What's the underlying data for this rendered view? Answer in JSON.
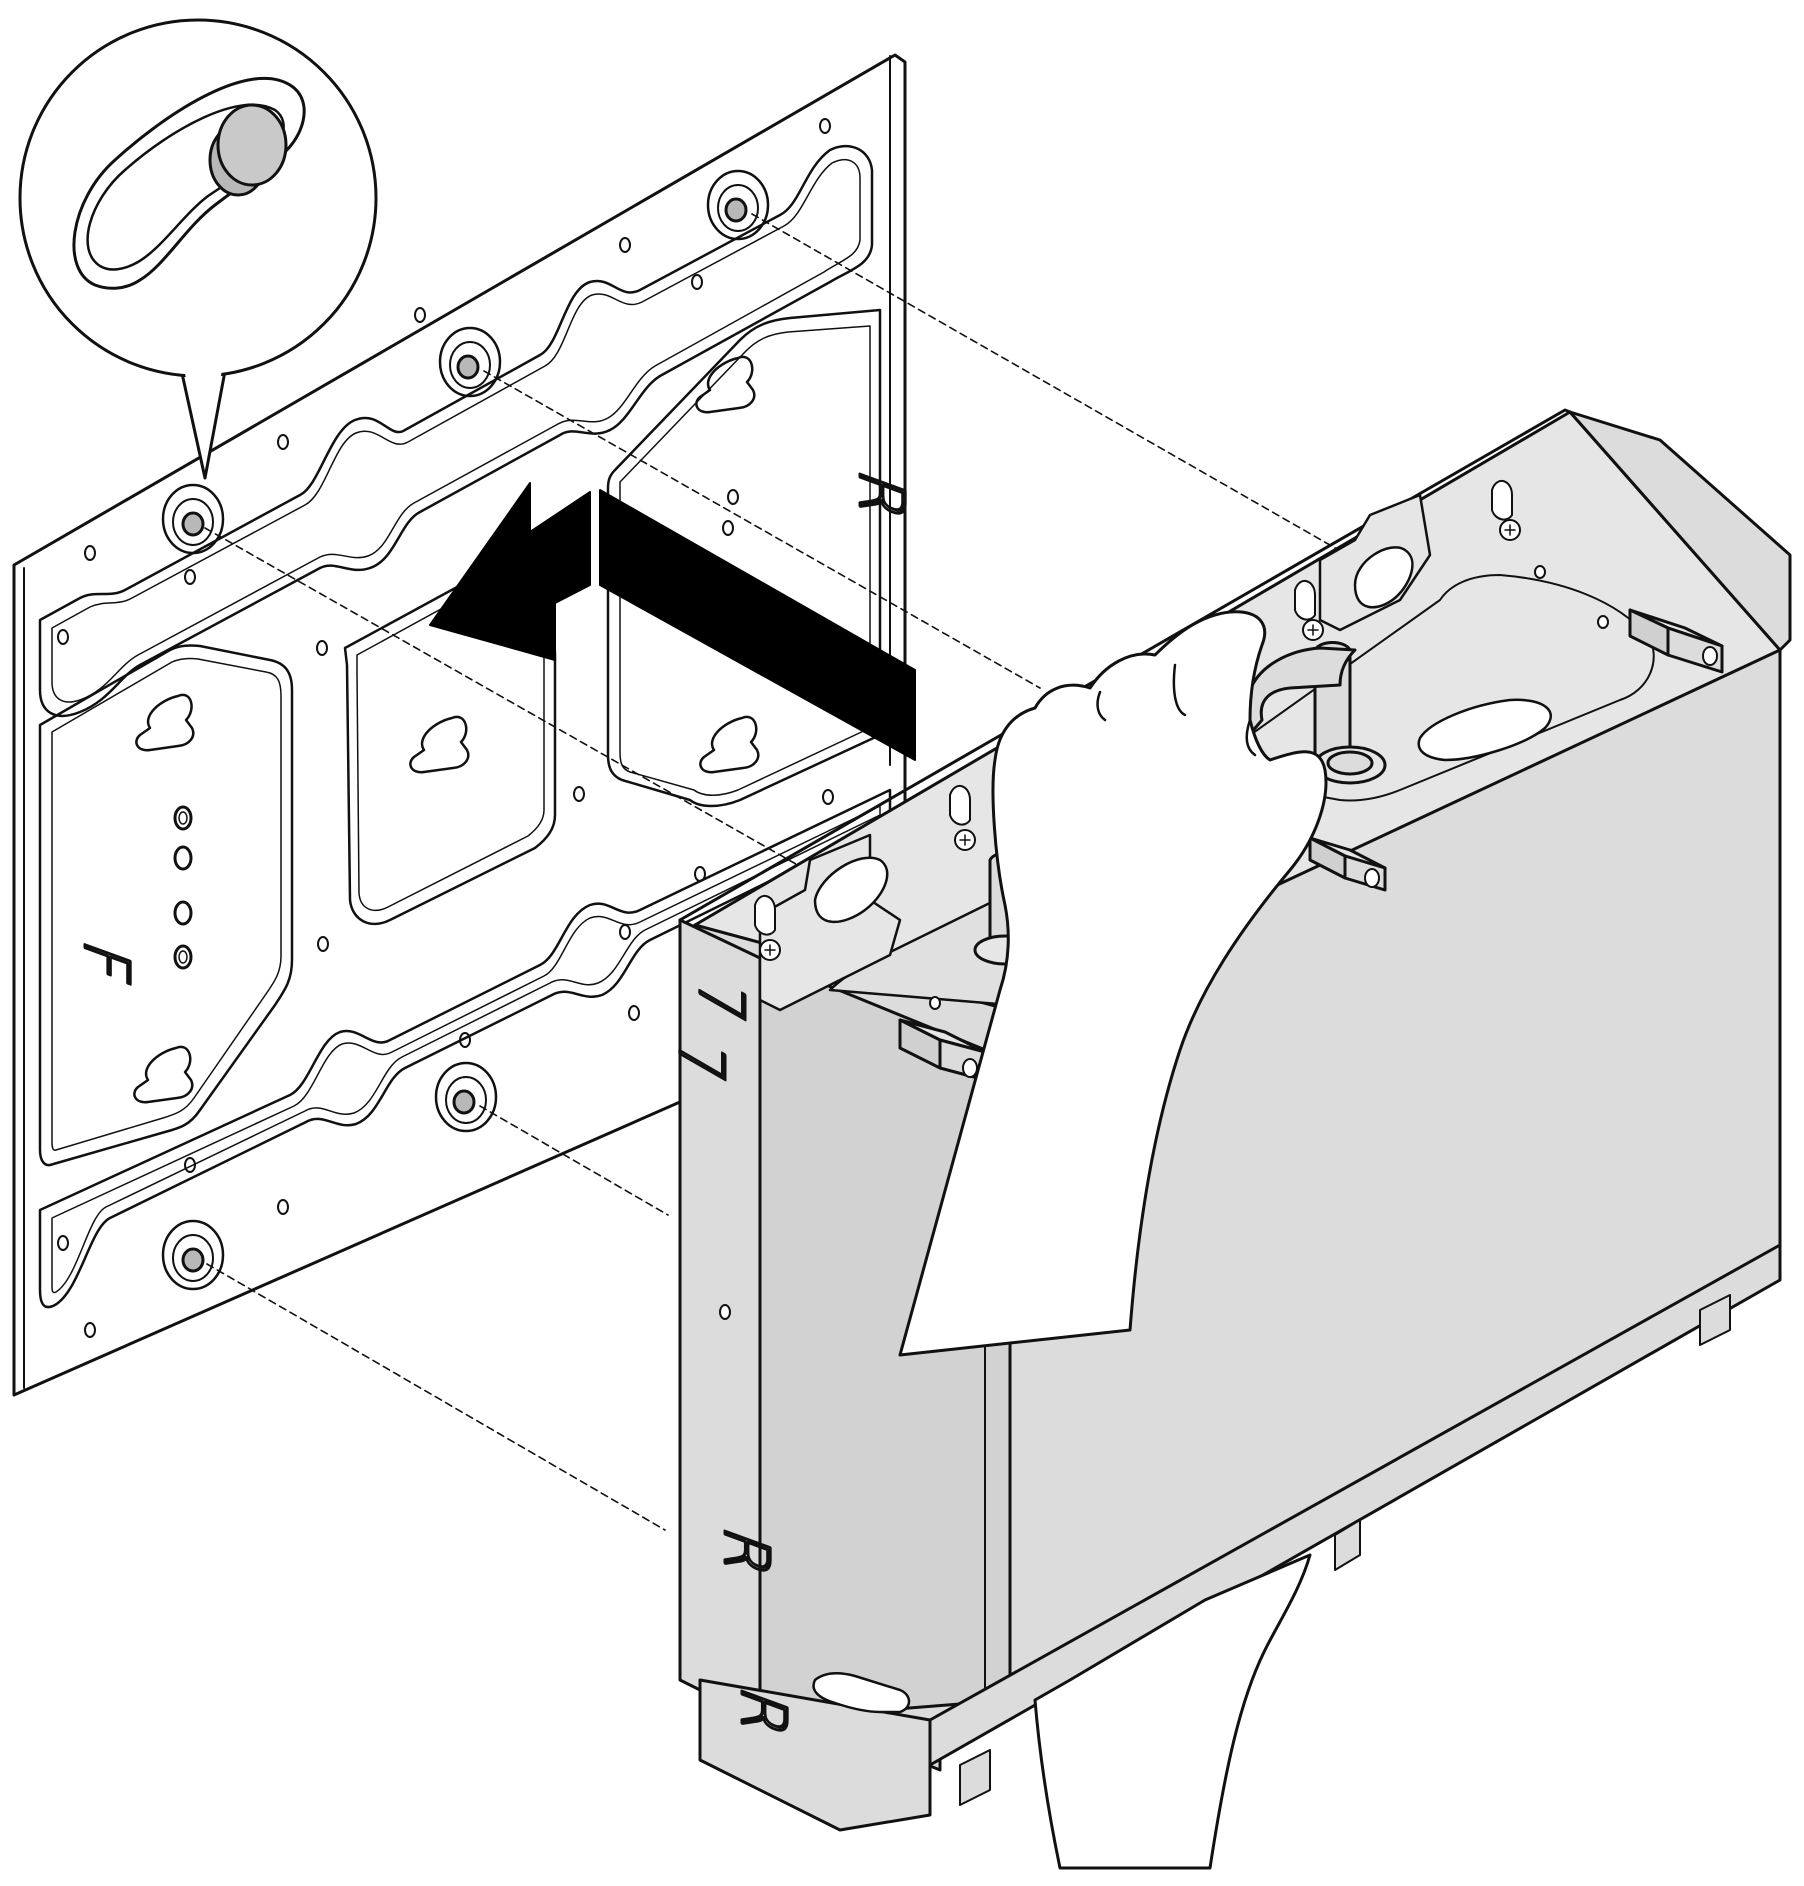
{
  "figure": {
    "plate_labels": {
      "front": "F",
      "rear": "R"
    },
    "node_labels": {
      "left_side_top": "L",
      "left_side_mid": "L",
      "rear_side": "R",
      "rear_foot": "R"
    },
    "colors": {
      "line": "#111111",
      "background": "#ffffff",
      "node_body": "#dcdcdc",
      "node_inner": "#e6e6e6",
      "stud": "#b8b8b8",
      "arrow": "#000000",
      "hand": "#ffffff"
    }
  }
}
